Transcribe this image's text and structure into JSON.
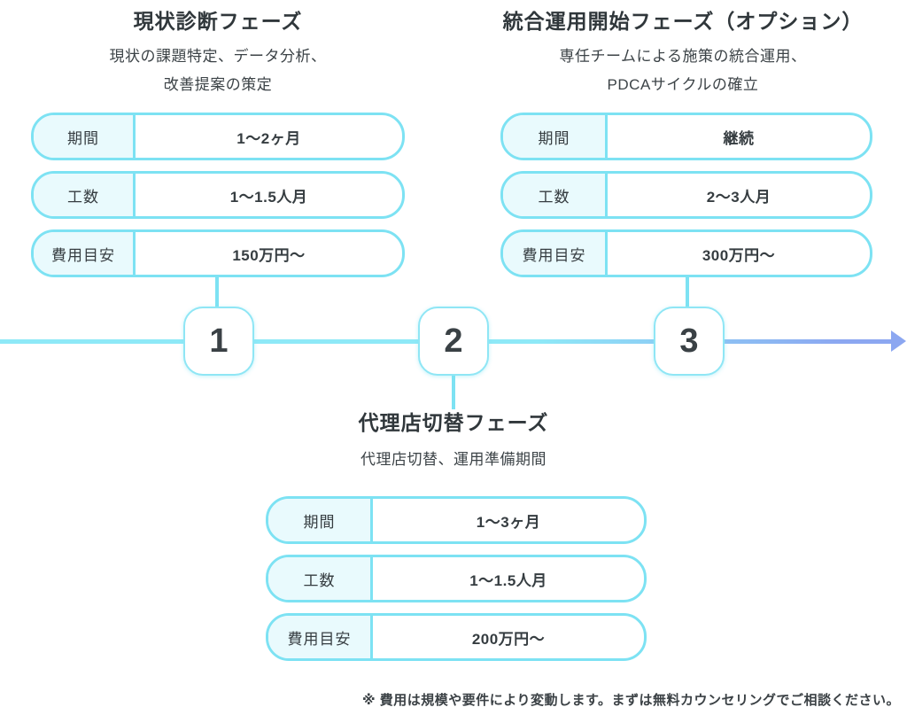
{
  "colors": {
    "border_cyan": "#7de2f3",
    "label_fill": "#e9fafd",
    "timeline_cyan": "#8ee9f7",
    "timeline_blue": "#8ca7f1",
    "text_dark": "#363d41"
  },
  "phases": [
    {
      "step": "1",
      "title": "現状診断フェーズ",
      "subtitle_line1": "現状の課題特定、データ分析、",
      "subtitle_line2": "改善提案の策定",
      "rows": [
        {
          "label": "期間",
          "value": "1〜2ヶ月"
        },
        {
          "label": "工数",
          "value": "1〜1.5人月"
        },
        {
          "label": "費用目安",
          "value": "150万円〜"
        }
      ]
    },
    {
      "step": "2",
      "title": "代理店切替フェーズ",
      "subtitle_line1": "代理店切替、運用準備期間",
      "rows": [
        {
          "label": "期間",
          "value": "1〜3ヶ月"
        },
        {
          "label": "工数",
          "value": "1〜1.5人月"
        },
        {
          "label": "費用目安",
          "value": "200万円〜"
        }
      ]
    },
    {
      "step": "3",
      "title": "統合運用開始フェーズ（オプション）",
      "subtitle_line1": "専任チームによる施策の統合運用、",
      "subtitle_line2": "PDCAサイクルの確立",
      "rows": [
        {
          "label": "期間",
          "value": "継続"
        },
        {
          "label": "工数",
          "value": "2〜3人月"
        },
        {
          "label": "費用目安",
          "value": "300万円〜"
        }
      ]
    }
  ],
  "footnote": "※ 費用は規模や要件により変動します。まずは無料カウンセリングでご相談ください。"
}
